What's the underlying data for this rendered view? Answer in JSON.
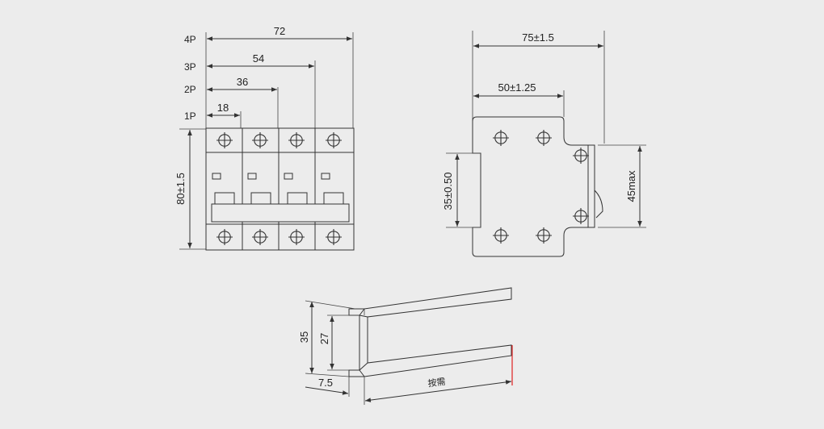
{
  "colors": {
    "background": "#ececec",
    "line": "#333333",
    "text": "#222222",
    "accent_mark": "#e02020"
  },
  "breaker_front": {
    "pole_labels": [
      "4P",
      "3P",
      "2P",
      "1P"
    ],
    "width_dims": [
      "72",
      "54",
      "36",
      "18"
    ],
    "height_dim": "80±1.5"
  },
  "breaker_side": {
    "total_width": "75±1.5",
    "hole_spacing": "50±1.25",
    "rail_slot": "35±0.50",
    "max_depth": "45max"
  },
  "din_rail": {
    "height_outer": "35",
    "height_inner": "27",
    "flange": "7.5",
    "length": "按需"
  }
}
